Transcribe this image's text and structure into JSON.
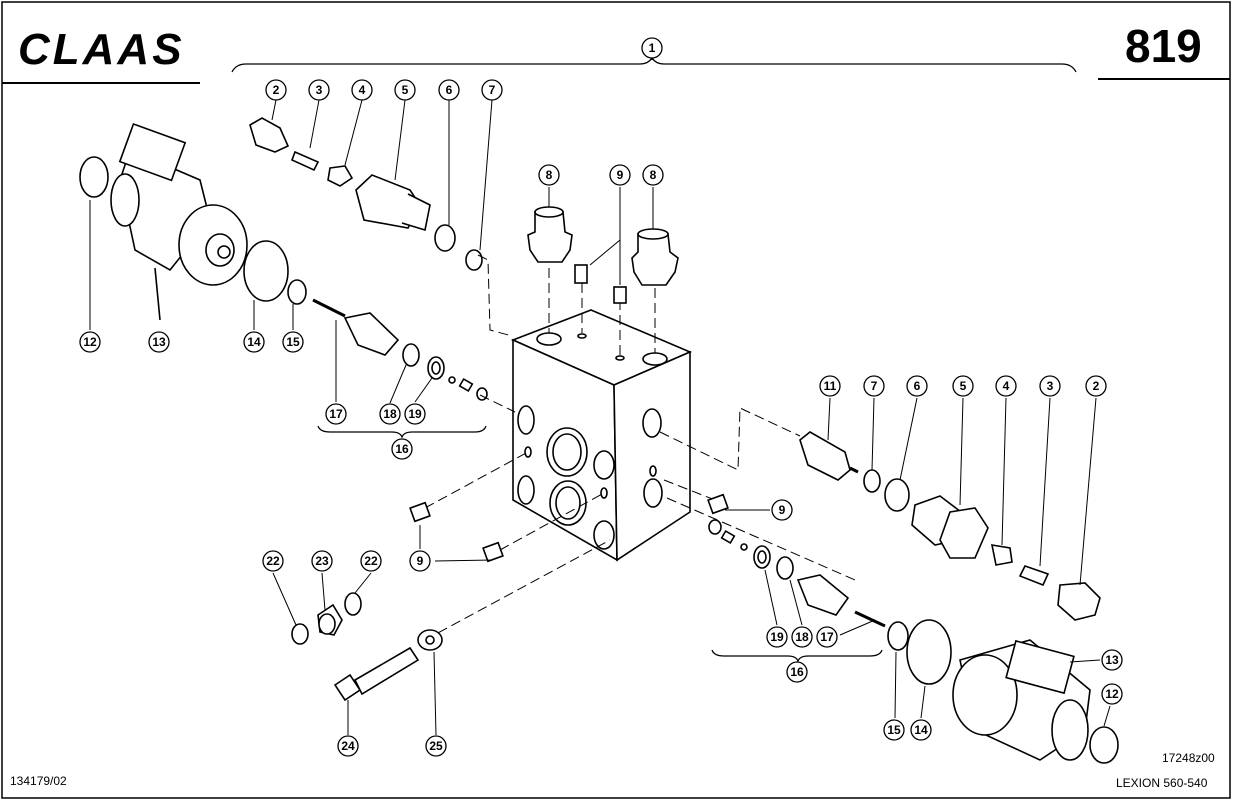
{
  "header": {
    "logo_text": "CLAAS",
    "page_number": "819"
  },
  "footer": {
    "doc_number": "134179/02",
    "drawing_ref": "17248z00",
    "model": "LEXION 560-540"
  },
  "callouts": [
    "1",
    "2",
    "3",
    "4",
    "5",
    "6",
    "7",
    "8",
    "9",
    "8",
    "2",
    "3",
    "4",
    "5",
    "6",
    "7",
    "11",
    "7",
    "6",
    "5",
    "4",
    "3",
    "2",
    "12",
    "13",
    "14",
    "15",
    "17",
    "18",
    "19",
    "16",
    "9",
    "9",
    "22",
    "23",
    "22",
    "24",
    "25",
    "9",
    "19",
    "18",
    "17",
    "16",
    "13",
    "12",
    "15",
    "14"
  ]
}
